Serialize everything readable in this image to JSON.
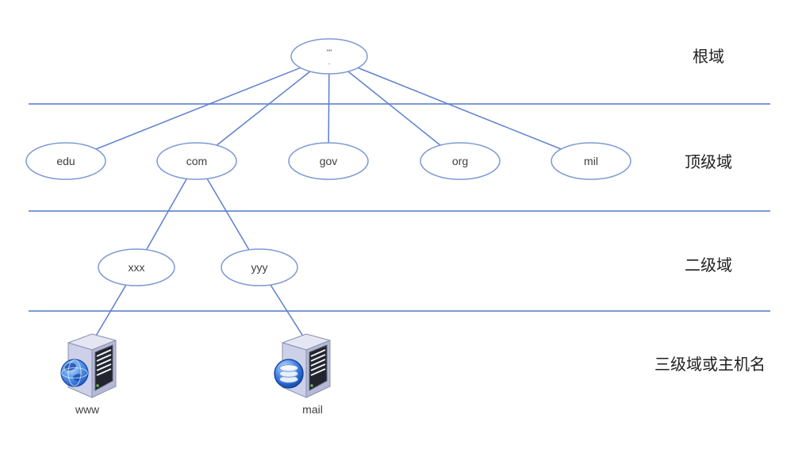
{
  "diagram": {
    "root_node": {
      "line1": "\"\"",
      "line2": "."
    },
    "tld_nodes": [
      "edu",
      "com",
      "gov",
      "org",
      "mil"
    ],
    "second_level_nodes": [
      "xxx",
      "yyy"
    ],
    "host_nodes": [
      {
        "label": "www",
        "icon": "globe-server-icon"
      },
      {
        "label": "mail",
        "icon": "database-server-icon"
      }
    ],
    "level_labels": [
      "根域",
      "顶级域",
      "二级域",
      "三级域或主机名"
    ],
    "colors": {
      "node_stroke": "#7d99d4",
      "edge_line": "#5b7fd0",
      "separator_line": "#7d99d4",
      "node_text": "#3f3f3f",
      "level_text": "#1f1f1f"
    }
  }
}
